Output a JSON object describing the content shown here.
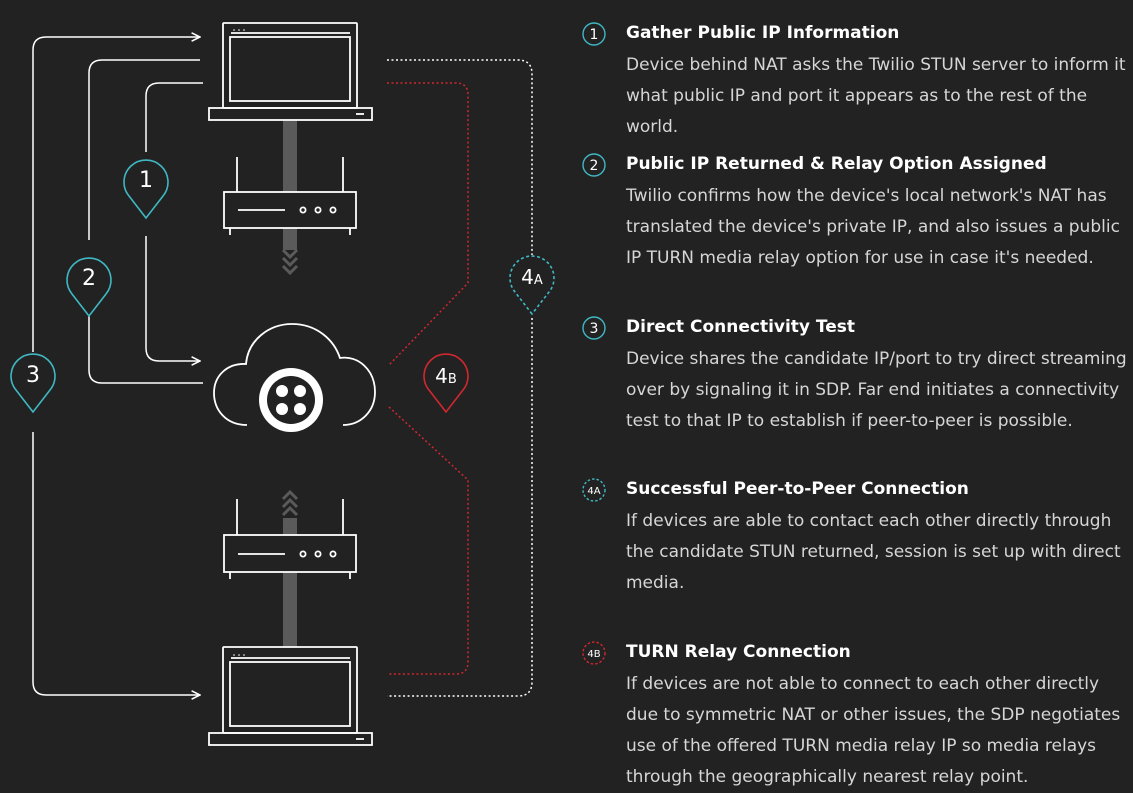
{
  "colors": {
    "background": "#222222",
    "line": "#ffffff",
    "teal": "#3fb8c4",
    "red": "#d0282e",
    "bar": "#5a5a5a",
    "title": "#ffffff",
    "text": "#d6d6d6"
  },
  "diagram": {
    "markers": {
      "m1": "1",
      "m2": "2",
      "m3": "3",
      "m4a_num": "4",
      "m4a_sub": "A",
      "m4b_num": "4",
      "m4b_sub": "B"
    },
    "icons": [
      "laptop-icon",
      "router-icon",
      "cloud-icon",
      "twilio-logo",
      "router-icon",
      "laptop-icon"
    ]
  },
  "steps": [
    {
      "badge": "1",
      "badge_style": "teal",
      "title": "Gather Public IP Information",
      "description": "Device behind NAT asks the Twilio STUN server to inform it what public IP and port it appears as to the rest of the world."
    },
    {
      "badge": "2",
      "badge_style": "teal",
      "title": "Public IP Returned & Relay Option Assigned",
      "description": "Twilio confirms how the device's local network's NAT has translated the device's private IP, and also issues a public IP TURN media relay option for use in case it's needed."
    },
    {
      "badge": "3",
      "badge_style": "teal",
      "title": "Direct Connectivity Test",
      "description": "Device shares the candidate IP/port to try direct streaming over by signaling it in SDP. Far end initiates a connectivity test to that IP to establish if peer-to-peer is possible."
    },
    {
      "badge": "4A",
      "badge_style": "teal-dashed",
      "title": "Successful Peer-to-Peer Connection",
      "description": "If devices are able to contact each other directly through the candidate STUN returned, session is set up with direct media."
    },
    {
      "badge": "4B",
      "badge_style": "red-dashed",
      "title": "TURN Relay Connection",
      "description": "If devices are not able to connect to each other directly due to symmetric NAT or other issues, the SDP negotiates use of the offered TURN media relay IP so media relays through the geographically nearest relay point."
    }
  ]
}
